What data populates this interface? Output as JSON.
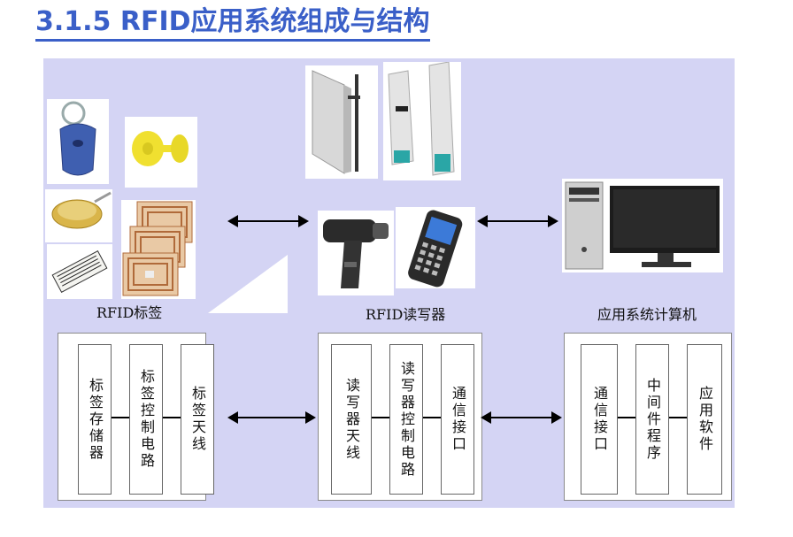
{
  "title": "3.1.5 RFID应用系统组成与结构",
  "sections": {
    "tags": {
      "caption": "RFID标签",
      "blocks": [
        "标签存储器",
        "标签控制电路",
        "标签天线"
      ]
    },
    "reader": {
      "caption": "RFID读写器",
      "blocks": [
        "读写器天线",
        "读写器控制电路",
        "通信接口"
      ]
    },
    "computer": {
      "caption": "应用系统计算机",
      "blocks": [
        "通信接口",
        "中间件程序",
        "应用软件"
      ]
    }
  },
  "colors": {
    "title": "#3a5fc8",
    "panel": "#d4d4f4"
  },
  "icons": [
    "keyfob-tag-icon",
    "ear-tag-icon",
    "coin-tag-icon",
    "label-tag-icon",
    "coil-tag-icon",
    "panel-antenna-icon",
    "gate-antenna-icon",
    "handheld-reader-icon",
    "pda-reader-icon",
    "desktop-computer-icon",
    "double-arrow-icon"
  ]
}
